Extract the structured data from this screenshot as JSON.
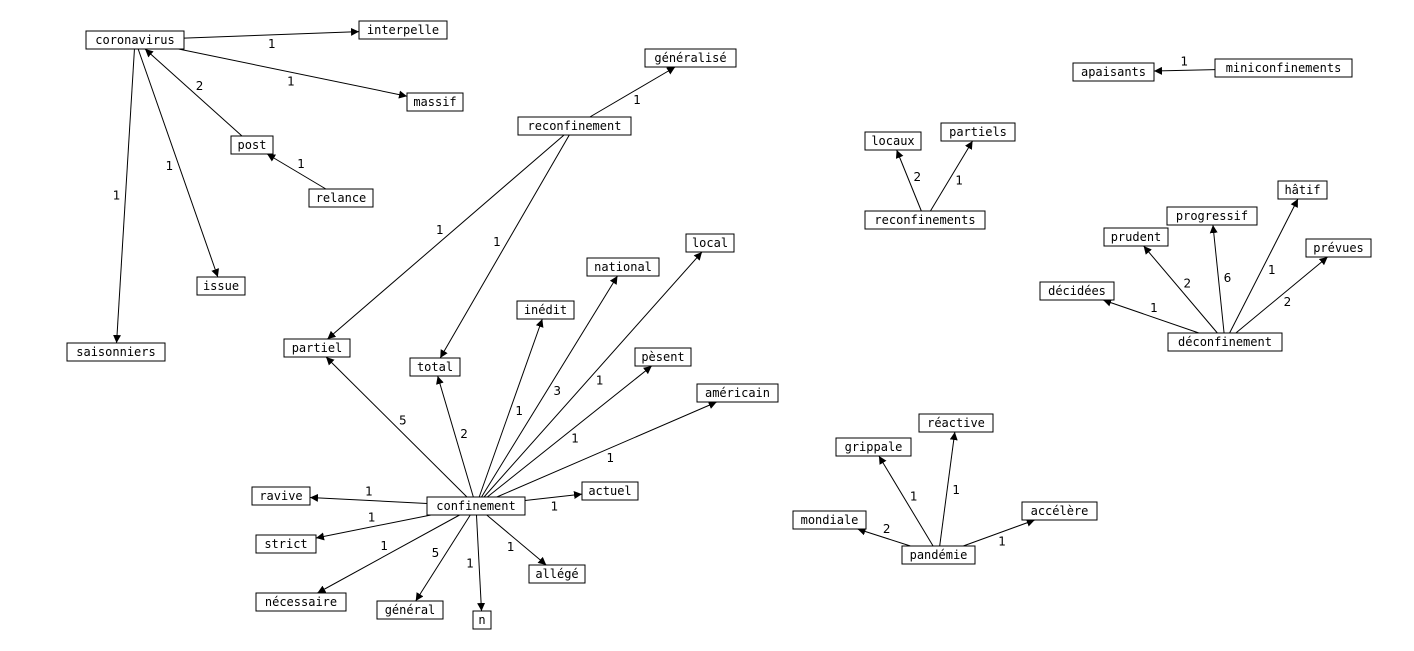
{
  "colors": {
    "background": "#ffffff",
    "stroke": "#000000",
    "text": "#000000"
  },
  "nodes": [
    {
      "id": "coronavirus",
      "label": "coronavirus"
    },
    {
      "id": "interpelle",
      "label": "interpelle"
    },
    {
      "id": "massif",
      "label": "massif"
    },
    {
      "id": "post",
      "label": "post"
    },
    {
      "id": "relance",
      "label": "relance"
    },
    {
      "id": "issue",
      "label": "issue"
    },
    {
      "id": "saisonniers",
      "label": "saisonniers"
    },
    {
      "id": "generalise",
      "label": "généralisé"
    },
    {
      "id": "reconfinement",
      "label": "reconfinement"
    },
    {
      "id": "partiel",
      "label": "partiel"
    },
    {
      "id": "total",
      "label": "total"
    },
    {
      "id": "inedit",
      "label": "inédit"
    },
    {
      "id": "national",
      "label": "national"
    },
    {
      "id": "local",
      "label": "local"
    },
    {
      "id": "pesent",
      "label": "pèsent"
    },
    {
      "id": "americain",
      "label": "américain"
    },
    {
      "id": "confinement",
      "label": "confinement"
    },
    {
      "id": "ravive",
      "label": "ravive"
    },
    {
      "id": "actuel",
      "label": "actuel"
    },
    {
      "id": "strict",
      "label": "strict"
    },
    {
      "id": "allege",
      "label": "allégé"
    },
    {
      "id": "necessaire",
      "label": "nécessaire"
    },
    {
      "id": "general",
      "label": "général"
    },
    {
      "id": "n",
      "label": "n"
    },
    {
      "id": "apaisants",
      "label": "apaisants"
    },
    {
      "id": "miniconfinements",
      "label": "miniconfinements"
    },
    {
      "id": "locaux",
      "label": "locaux"
    },
    {
      "id": "partiels",
      "label": "partiels"
    },
    {
      "id": "reconfinements",
      "label": "reconfinements"
    },
    {
      "id": "hatif",
      "label": "hâtif"
    },
    {
      "id": "progressif",
      "label": "progressif"
    },
    {
      "id": "prudent",
      "label": "prudent"
    },
    {
      "id": "prevues",
      "label": "prévues"
    },
    {
      "id": "decidees",
      "label": "décidées"
    },
    {
      "id": "deconfinement",
      "label": "déconfinement"
    },
    {
      "id": "reactive",
      "label": "réactive"
    },
    {
      "id": "grippale",
      "label": "grippale"
    },
    {
      "id": "mondiale",
      "label": "mondiale"
    },
    {
      "id": "accelere",
      "label": "accélère"
    },
    {
      "id": "pandemie",
      "label": "pandémie"
    }
  ],
  "edges": [
    {
      "from": "coronavirus",
      "to": "interpelle",
      "label": "1"
    },
    {
      "from": "coronavirus",
      "to": "massif",
      "label": "1"
    },
    {
      "from": "post",
      "to": "coronavirus",
      "label": "2"
    },
    {
      "from": "relance",
      "to": "post",
      "label": "1"
    },
    {
      "from": "coronavirus",
      "to": "issue",
      "label": "1"
    },
    {
      "from": "coronavirus",
      "to": "saisonniers",
      "label": "1"
    },
    {
      "from": "reconfinement",
      "to": "generalise",
      "label": "1"
    },
    {
      "from": "reconfinement",
      "to": "partiel",
      "label": "1"
    },
    {
      "from": "reconfinement",
      "to": "total",
      "label": "1"
    },
    {
      "from": "confinement",
      "to": "partiel",
      "label": "5"
    },
    {
      "from": "confinement",
      "to": "total",
      "label": "2"
    },
    {
      "from": "confinement",
      "to": "inedit",
      "label": "1"
    },
    {
      "from": "confinement",
      "to": "national",
      "label": "3"
    },
    {
      "from": "confinement",
      "to": "local",
      "label": "1"
    },
    {
      "from": "confinement",
      "to": "pesent",
      "label": "1"
    },
    {
      "from": "confinement",
      "to": "americain",
      "label": "1"
    },
    {
      "from": "confinement",
      "to": "ravive",
      "label": "1"
    },
    {
      "from": "confinement",
      "to": "actuel",
      "label": "1"
    },
    {
      "from": "confinement",
      "to": "strict",
      "label": "1"
    },
    {
      "from": "confinement",
      "to": "allege",
      "label": "1"
    },
    {
      "from": "confinement",
      "to": "necessaire",
      "label": "1"
    },
    {
      "from": "confinement",
      "to": "general",
      "label": "5"
    },
    {
      "from": "confinement",
      "to": "n",
      "label": "1"
    },
    {
      "from": "miniconfinements",
      "to": "apaisants",
      "label": "1"
    },
    {
      "from": "reconfinements",
      "to": "locaux",
      "label": "2"
    },
    {
      "from": "reconfinements",
      "to": "partiels",
      "label": "1"
    },
    {
      "from": "deconfinement",
      "to": "decidees",
      "label": "1"
    },
    {
      "from": "deconfinement",
      "to": "prudent",
      "label": "2"
    },
    {
      "from": "deconfinement",
      "to": "progressif",
      "label": "6"
    },
    {
      "from": "deconfinement",
      "to": "hatif",
      "label": "1"
    },
    {
      "from": "deconfinement",
      "to": "prevues",
      "label": "2"
    },
    {
      "from": "pandemie",
      "to": "mondiale",
      "label": "2"
    },
    {
      "from": "pandemie",
      "to": "grippale",
      "label": "1"
    },
    {
      "from": "pandemie",
      "to": "reactive",
      "label": "1"
    },
    {
      "from": "pandemie",
      "to": "accelere",
      "label": "1"
    }
  ]
}
